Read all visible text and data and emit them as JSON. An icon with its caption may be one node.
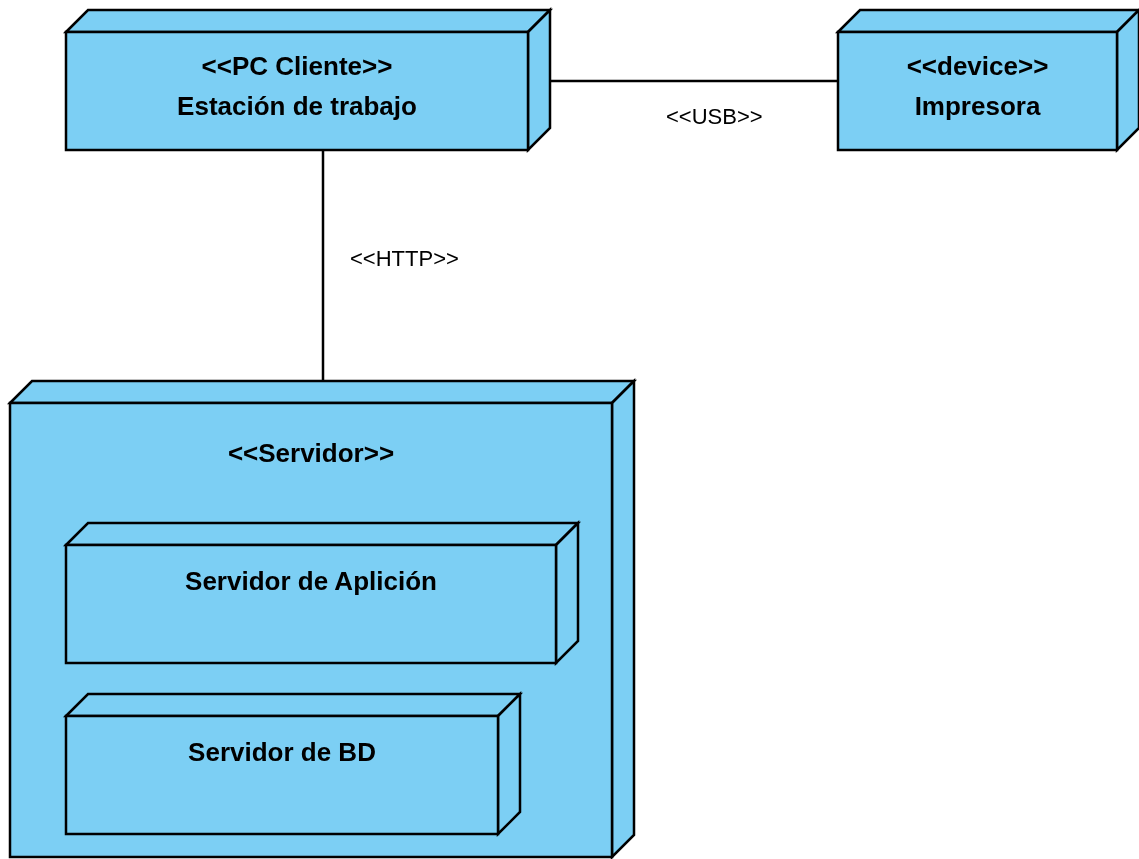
{
  "diagram": {
    "nodes": [
      {
        "text": [
          "<<PC Cliente>>",
          "Estación de trabajo"
        ]
      },
      {
        "text": [
          "<<device>>",
          "Impresora"
        ]
      },
      {
        "text": [
          "<<Servidor>>"
        ]
      },
      {
        "text": [
          "Servidor de Aplición"
        ],
        "in": 2
      },
      {
        "text": [
          "Servidor de BD"
        ],
        "in": 2
      }
    ],
    "edges": [
      {
        "from": 0,
        "to": 1,
        "arrow": "none",
        "label": "<<USB>>"
      },
      {
        "from": 0,
        "to": 2,
        "arrow": "none",
        "label": "<<HTTP>>"
      }
    ]
  }
}
